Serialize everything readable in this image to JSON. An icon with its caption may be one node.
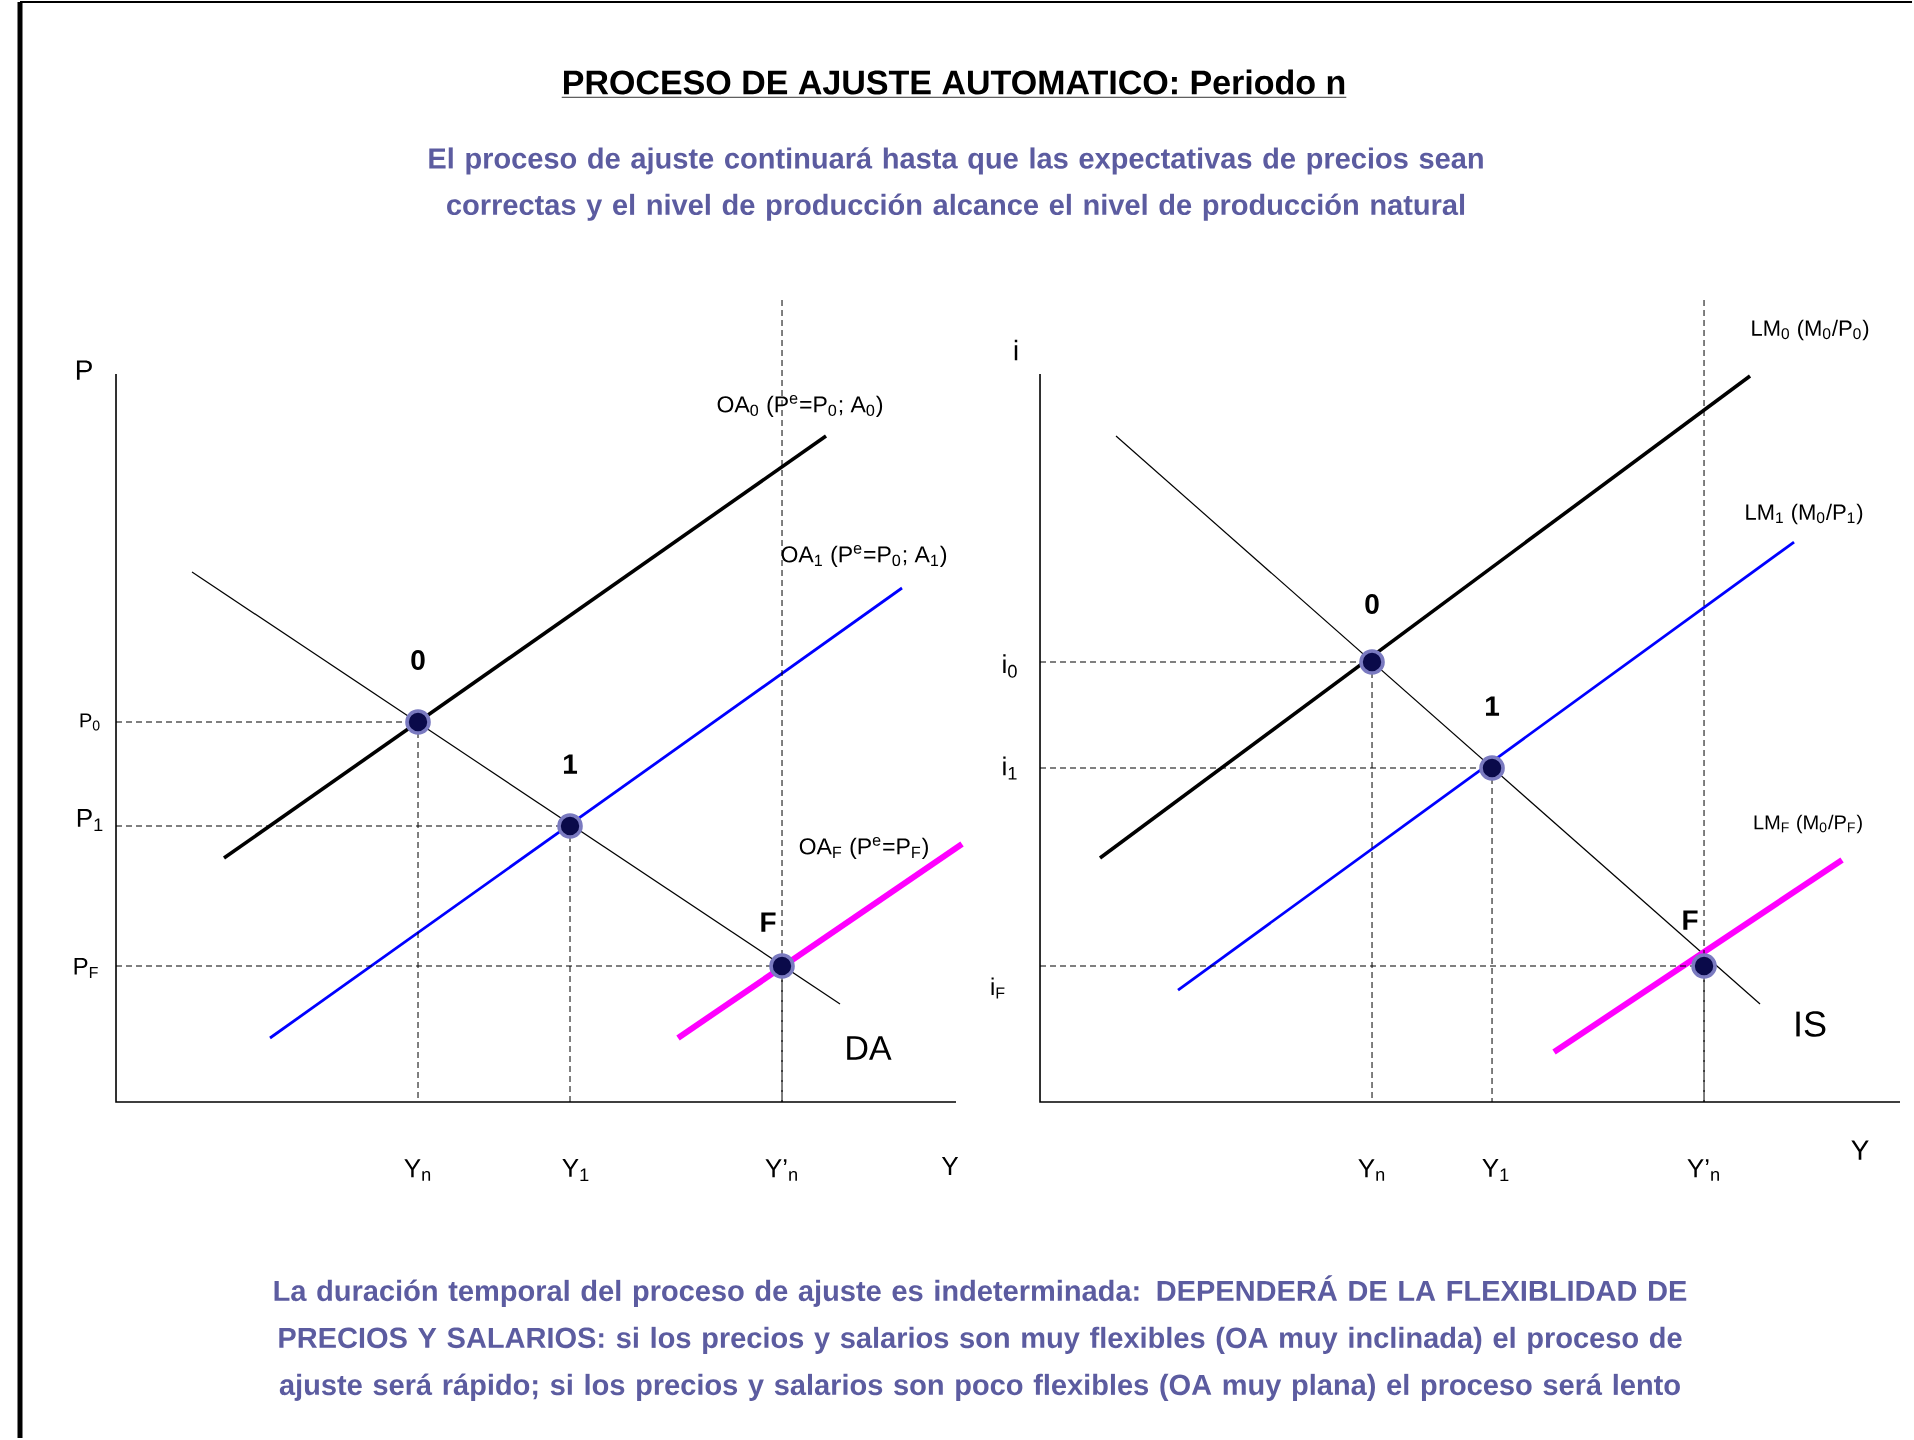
{
  "diagram": {
    "title": "PROCESO DE AJUSTE AUTOMATICO: Periodo n",
    "caption": "La duración temporal del proceso de ajuste es indeterminada: DEPENDERÁ DE LA FLEXIBLIDAD DE PRECIOS Y SALARIOS: si los precios y salarios son muy flexibles (OA muy inclinada) el proceso de ajuste será rápido; si los precios y salarios son poco flexibles (OA muy plana) el proceso será lento",
    "nodes": [
      {
        "text": [],
        "shape": "circle",
        "beside": [
          "0"
        ]
      },
      {
        "text": [],
        "shape": "circle",
        "beside": [
          "1"
        ]
      },
      {
        "text": [],
        "shape": "circle",
        "beside": [
          "F"
        ]
      },
      {
        "text": [],
        "shape": "circle",
        "beside": [
          "0"
        ]
      },
      {
        "text": [],
        "shape": "circle",
        "beside": [
          "1"
        ]
      },
      {
        "text": [],
        "shape": "circle",
        "beside": [
          "F"
        ]
      }
    ],
    "labels": [
      "El proceso de ajuste continuará hasta que las expectativas de precios sean correctas y el nivel de producción alcance el nivel de producción natural",
      "P",
      "P$_{0}$",
      "P$_{1}$",
      "P$_{F}$",
      "OA$_{0}$ (P$^{e}$=P$_{0}$; A$_{0}$)",
      "OA$_{1}$ (P$^{e}$=P$_{0}$; A$_{1}$)",
      "OA$_{F}$ (P$^{e}$=P$_{F}$)",
      "DA",
      "Y$_{n}$",
      "Y$_{1}$",
      "Y’$_{n}$",
      "Y",
      "i",
      "LM$_{0}$ (M$_{0}$/P$_{0}$)",
      "LM$_{1}$ (M$_{0}$/P$_{1}$)",
      "LM$_{F}$ (M$_{0}$/P$_{F}$)",
      "i$_{0}$",
      "i$_{1}$",
      "i$_{F}$",
      "IS",
      "Y$_{n}$",
      "Y$_{1}$",
      "Y’$_{n}$",
      "Y"
    ]
  }
}
